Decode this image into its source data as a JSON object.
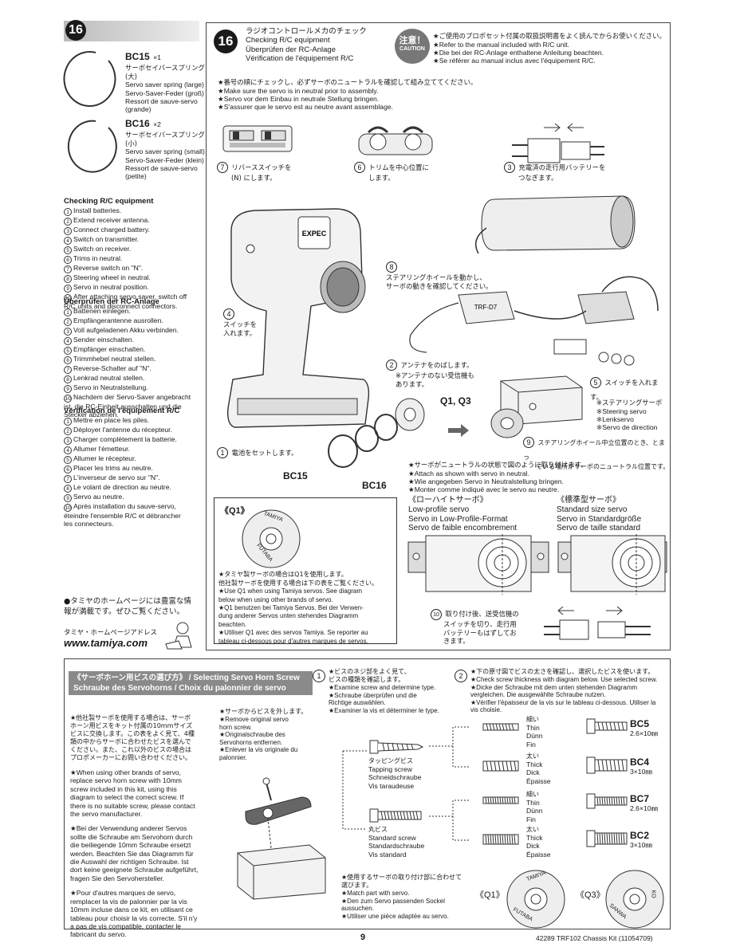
{
  "step_number": "16",
  "left": {
    "bc15": {
      "code": "BC15",
      "qty": "×1",
      "jp1": "サーボセイバースプリング",
      "jp2": "(大)",
      "en": "Servo saver spring (large)",
      "de": "Servo-Saver-Feder (groß)",
      "fr1": "Ressort de sauve-servo",
      "fr2": "(grande)"
    },
    "bc16": {
      "code": "BC16",
      "qty": "×2",
      "jp1": "サーボセイバースプリング",
      "jp2": "(小)",
      "en": "Servo saver spring (small)",
      "de": "Servo-Saver-Feder (klein)",
      "fr1": "Ressort de sauve-servo",
      "fr2": "(petite)"
    },
    "checking_en": {
      "title": "Checking R/C equipment",
      "items": [
        "Install batteries.",
        "Extend receiver antenna.",
        "Connect charged battery.",
        "Switch on transmitter.",
        "Switch on receiver.",
        "Trims in neutral.",
        "Reverse switch on \"N\".",
        "Steering wheel in neutral.",
        "Servo in neutral position.",
        "After attaching servo saver, switch off"
      ],
      "tail": "R/C units and disconnect connectors."
    },
    "checking_de": {
      "title": "Überprüfen der RC-Anlage",
      "items": [
        "Batterien einlegen.",
        "Empfängerantenne ausrollen.",
        "Voll aufgeladenen Akku verbinden.",
        "Sender einschalten.",
        "Empfänger einschalten.",
        "Trimmhebel neutral stellen.",
        "Reverse-Schalter auf \"N\".",
        "Lenkrad neutral stellen.",
        "Servo in Neutralstellung.",
        "Nachdem der Servo-Saver angebracht"
      ],
      "tail1": "ist, die RC-Einheit ausschalten und die",
      "tail2": "Stecker abziehen."
    },
    "checking_fr": {
      "title": "Vérification de l'équipement R/C",
      "items": [
        "Mettre en place les piles.",
        "Déployer l'antenne du récepteur.",
        "Charger complètement la batterie.",
        "Allumer l'émetteur.",
        "Allumer le récepteur.",
        "Placer les trims au neutre.",
        "L'inverseur de servo sur \"N\".",
        "Le volant de direction au neutre.",
        "Servo au neutre.",
        "Après installation du sauve-servo,"
      ],
      "tail1": "éteindre l'ensemble R/C et débrancher",
      "tail2": "les connecteurs."
    },
    "homepage_jp1": "●タミヤのホームページには豊富な情",
    "homepage_jp2": "報が満載です。ぜひご覧ください。",
    "homepage_label": "タミヤ・ホームページアドレス",
    "homepage_url": "www.tamiya.com"
  },
  "main": {
    "title_jp": "ラジオコントロールメカのチェック",
    "title_en": "Checking R/C equipment",
    "title_de": "Überprüfen der RC-Anlage",
    "title_fr": "Vérification de l'équipement R/C",
    "caution_jp": "注意！",
    "caution_en": "CAUTION",
    "caution_text": [
      "★ご使用のプロポセット付属の取扱説明書をよく読んでからお使いください。",
      "★Refer to the manual included with R/C unit.",
      "★Die bei der RC-Anlage enthaltene Anleitung beachten.",
      "★Se référer au manual inclus avec l'équipement R/C."
    ],
    "notes": [
      "★番号の順にチェックし、必ずサーボのニュートラルを確認して組み立ててください。",
      "★Make sure the servo is in neutral prior to assembly.",
      "★Servo vor dem Einbau in neutrale Stellung bringen.",
      "★S'assurer que le servo est au neutre avant assemblage."
    ],
    "step7": [
      "リバーススイッチを",
      "(N) にします。"
    ],
    "step6": [
      "トリムを中心位置に",
      "します。"
    ],
    "step3": [
      "充電済の走行用バッテリーを",
      "つなぎます。"
    ],
    "step8": [
      "ステアリングホイールを動かし、",
      "サーボの動きを確認してください。"
    ],
    "step4": [
      "スイッチを",
      "入れます。"
    ],
    "step2": [
      "アンテナをのばします。",
      "※アンテナのない受信機も",
      "あります。"
    ],
    "step5": "スイッチを入れます。",
    "step1": "電池をセットします。",
    "steering_servo": [
      "※ステアリングサーボ",
      "※Steering servo",
      "※Lenkservo",
      "※Servo de direction"
    ],
    "step9": [
      "ステアリングホイール中立位置のとき、とまっ",
      "ている場所がサーボのニュートラル位置です。"
    ],
    "q1q3": "Q1, Q3",
    "bc15": "BC15",
    "bc16": "BC16",
    "attach": [
      "★サーボがニュートラルの状態で図のように取り付けます。",
      "★Attach as shown with servo in neutral.",
      "★Wie angegeben Servo in Neutralstellung bringen.",
      "★Monter comme indiqué avec le servo au neutre."
    ],
    "lowprofile": [
      "《ローハイトサーボ》",
      "Low-profile servo",
      "Servo in Low-Profile-Format",
      "Servo de faible encombrement"
    ],
    "standard": [
      "《標準型サーボ》",
      "Standard size servo",
      "Servo in Standardgröße",
      "Servo de taille standard"
    ],
    "q1_box": {
      "label": "《Q1》",
      "tamiya": "TAMIYA",
      "futaba": "FUTABA",
      "text": [
        "★タミヤ製サーボの場合はQ1を使用します。",
        "他社製サーボを使用する場合は下の表をご覧ください。",
        "★Use Q1 when using Tamiya servos. See diagram",
        "below when using other brands of servo.",
        "★Q1 benutzen bei Tamiya Servos. Bei der Verwen-",
        "dung anderer Servos unten stehendes Diagramm",
        "beachten.",
        "★Utiliser Q1 avec des servos Tamiya. Se reporter au",
        "tableau ci-dessous pour d'autres marques de servos."
      ]
    },
    "step10": [
      "取り付け後、送受信機の",
      "スイッチを切り、走行用",
      "バッテリーもはずしてお",
      "きます。"
    ]
  },
  "bottom": {
    "header_jp": "《サーボホーン用ビスの選び方》",
    "header_en": "Selecting Servo Horn Screw",
    "header_de": "Schraube des Servohorns",
    "header_fr": "Choix du palonnier de servo",
    "left_jp": [
      "★他社製サーボを使用する場合は、サーボ",
      "ホーン用ビスをキット付属の10mmサイズ",
      "ビスに交換します。この表をよく見て、4種",
      "類の中からサーボに合わせたビスを選んで",
      "ください。また、これ以外のビスの場合は",
      "プロポメーカーにお問い合わせください。"
    ],
    "left_en": [
      "★When using other brands of servo,",
      "replace servo horn screw with 10mm",
      "screw included in this kit, using this",
      "diagram to select the correct screw. If",
      "there is no suitable screw, please contact",
      "the servo manufacturer."
    ],
    "left_de": [
      "★Bei der Verwendung anderer Servos",
      "sollte die Schraube am Servohorn durch",
      "die beiliegende 10mm Schraube ersetzt",
      "werden. Beachten Sie das Diagramm für",
      "die Auswahl der richtigen Schraube. Ist",
      "dort keine geeignete Schraube aufgeführt,",
      "fragen Sie den Servohersteller."
    ],
    "left_fr": [
      "★Pour d'autres marques de servo,",
      "remplacer la vis de palonnier par la vis",
      "10mm incluse dans ce kit, en utilisant ce",
      "tableau pour choisir la vis correcte. S'il n'y",
      "a pas de vis compatible, contacter le",
      "fabricant du servo."
    ],
    "step1_text": [
      "★ビスのネジ部をよく見て、",
      "ビスの種類を確認します。",
      "★Examine screw and determine type.",
      "★Schraube überprüfen und die",
      "Richtige auswählen.",
      "★Examiner la vis et déterminer le type."
    ],
    "step2_text": [
      "★下の原寸図でビスの太さを確認し、選択したビスを使います。",
      "★Check screw thickness with diagram below. Use selected screw.",
      "★Dicke der Schraube mit dem unten stehenden Diagramm",
      "vergleichen. Die ausgewählte Schraube nutzen.",
      "★Vérifier l'épaisseur de la vis sur le tableau ci-dessous. Utiliser la",
      "vis choisie."
    ],
    "remove_text": [
      "★サーボからビスを外します。",
      "★Remove original servo",
      "horn screw.",
      "★Originalschraube des",
      "Servohorns entfernen.",
      "★Enlever la vis originale du",
      "palonnier."
    ],
    "tapping": [
      "タッピングビス",
      "Tapping screw",
      "Schneidschraube",
      "Vis taraudeuse"
    ],
    "standard_screw": [
      "丸ビス",
      "Standard screw",
      "Standardschraube",
      "Vis standard"
    ],
    "thin": [
      "細い",
      "Thin",
      "Dünn",
      "Fin"
    ],
    "thick": [
      "太い",
      "Thick",
      "Dick",
      "Épaisse"
    ],
    "bc5": {
      "code": "BC5",
      "size": "2.6×10㎜"
    },
    "bc4": {
      "code": "BC4",
      "size": "3×10㎜"
    },
    "bc7": {
      "code": "BC7",
      "size": "2.6×10㎜"
    },
    "bc2": {
      "code": "BC2",
      "size": "3×10㎜"
    },
    "match_text": [
      "★使用するサーボの取り付け部に合わせて",
      "選びます。",
      "★Match part with servo.",
      "★Den zum Servo passenden Sockel",
      "aussuchen.",
      "★Utiliser une pièce adaptée au servo."
    ],
    "q1_label": "《Q1》",
    "q3_label": "《Q3》",
    "tamiya": "TAMIYA",
    "futaba": "FUTABA",
    "ko": "KO",
    "sanwa": "SANWA"
  },
  "footer": {
    "page": "9",
    "kit": "42289 TRF102 Chassis Kit (11054709)"
  }
}
